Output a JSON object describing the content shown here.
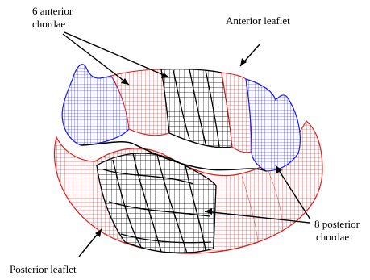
{
  "labels": {
    "anterior_chordae": [
      "6 anterior",
      "chordae"
    ],
    "anterior_leaflet": "Anterior leaflet",
    "posterior_chordae": [
      "8 posterior",
      "chordae"
    ],
    "posterior_leaflet": "Posterior leaflet"
  },
  "colors": {
    "anterior_mesh": "#1a1ae6",
    "posterior_mesh": "#e01a1a",
    "chordae_mesh": "#000000",
    "background": "#ffffff"
  }
}
